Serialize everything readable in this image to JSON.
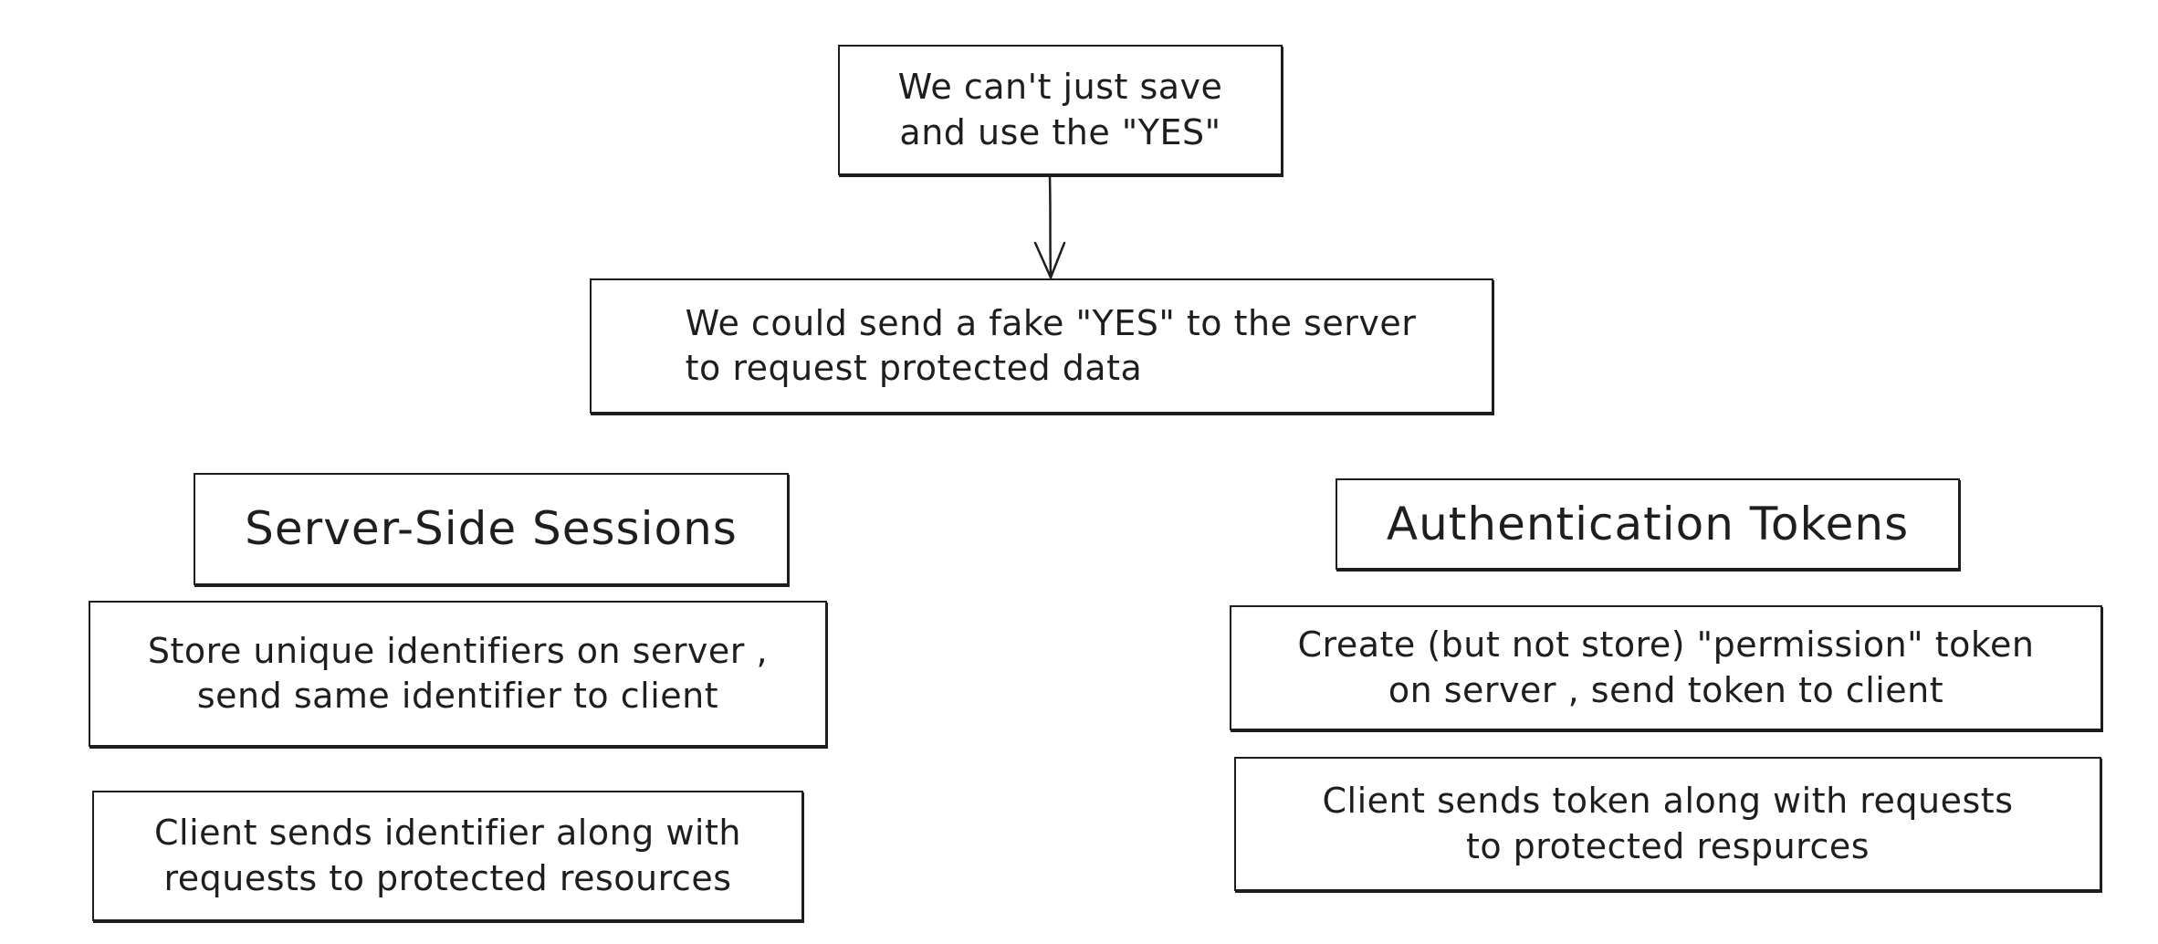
{
  "diagram": {
    "question": "We can't just save\nand use the \"YES\"",
    "fake_request": "We could send a fake \"YES\" to the server\n        to request protected data",
    "sessions": {
      "title": "Server-Side Sessions",
      "step1": "Store unique identifiers on server ,\nsend same identifier to client",
      "step2": "Client sends identifier along with\nrequests to protected resources"
    },
    "tokens": {
      "title": "Authentication Tokens",
      "step1": "Create (but not store) \"permission\" token\non server , send token to client",
      "step2": "Client sends token along with requests\nto protected respurces"
    }
  }
}
